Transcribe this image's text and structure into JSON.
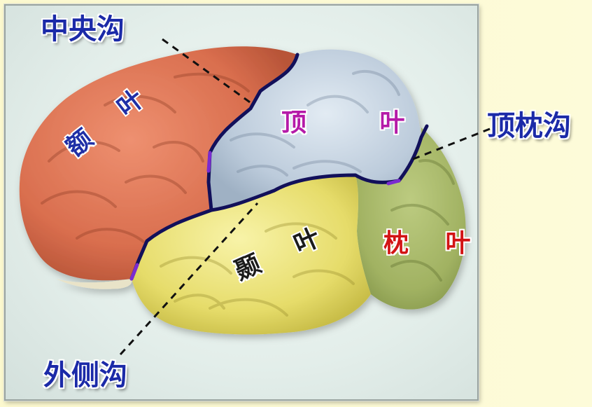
{
  "callouts": {
    "central_sulcus": "中央沟",
    "parieto_occipital_sulcus": "顶枕沟",
    "lateral_sulcus": "外侧沟"
  },
  "lobes": {
    "frontal": "额 叶",
    "parietal": "顶 叶",
    "temporal": "颞 叶",
    "occipital": "枕 叶"
  },
  "colors": {
    "frontal": "#e07a5a",
    "parietal": "#c3d2e0",
    "temporal": "#ece57c",
    "occipital": "#a8b86a",
    "sulcus_line": "#12105a",
    "callout_text": "#1b2aa8",
    "background": "#fdfbd4"
  }
}
